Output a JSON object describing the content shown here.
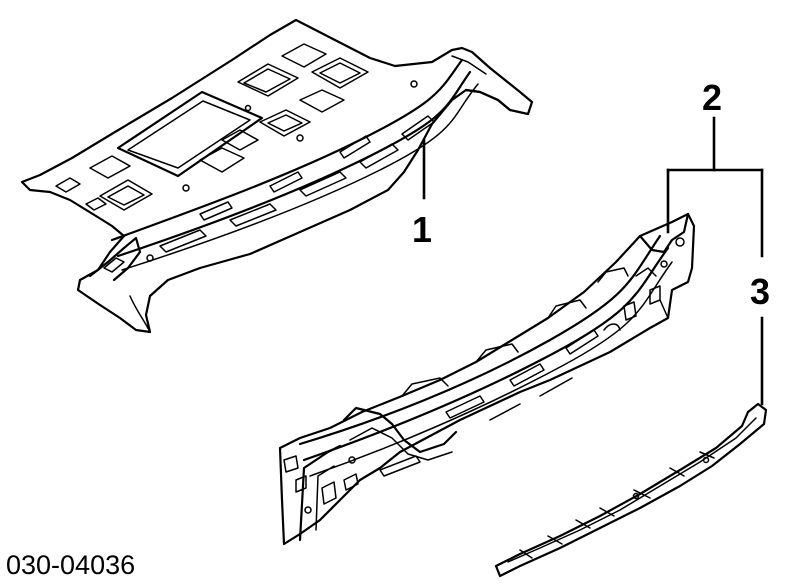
{
  "diagram": {
    "part_number": "030-04036",
    "callouts": [
      {
        "id": "1",
        "label": "1"
      },
      {
        "id": "2",
        "label": "2"
      },
      {
        "id": "3",
        "label": "3"
      }
    ]
  },
  "colors": {
    "line": "#000000",
    "background": "#ffffff"
  }
}
